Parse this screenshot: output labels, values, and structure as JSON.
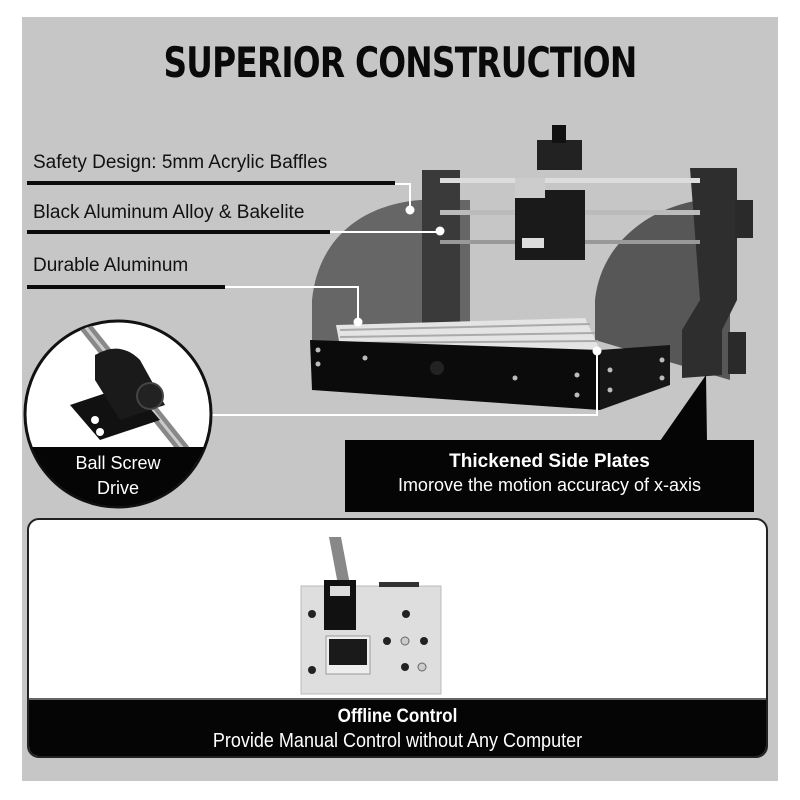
{
  "title": "SUPERIOR CONSTRUCTION",
  "features": [
    {
      "label": "Safety Design: 5mm Acrylic Baffles"
    },
    {
      "label": "Black Aluminum Alloy & Bakelite"
    },
    {
      "label": "Durable Aluminum"
    }
  ],
  "inset": {
    "label_line1": "Ball Screw",
    "label_line2": "Drive"
  },
  "side_plates": {
    "title": "Thickened Side Plates",
    "subtitle": "Imorove the motion accuracy of x-axis"
  },
  "offline_control": {
    "title": "Offline Control",
    "subtitle": "Provide Manual Control without Any Computer"
  },
  "colors": {
    "panel_gray": "#c6c6c6",
    "black": "#050505",
    "white": "#ffffff"
  }
}
